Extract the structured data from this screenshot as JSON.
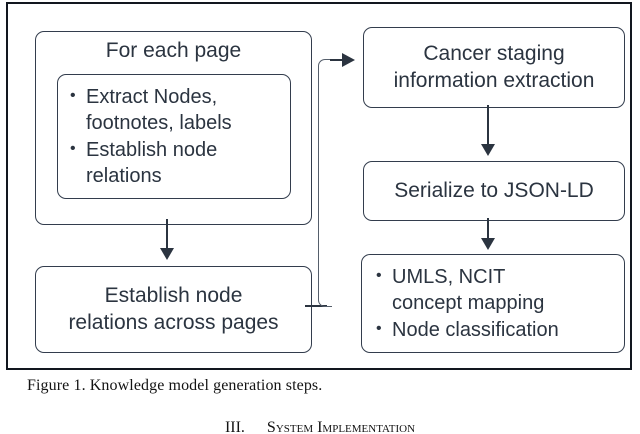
{
  "figure": {
    "caption": "Figure 1. Knowledge model generation steps.",
    "colors": {
      "frame_stroke": "#12171f",
      "box_stroke": "#333d4d",
      "connector": "#2b3440",
      "text": "#2b3440",
      "caption_text": "#131313",
      "background": "#ffffff"
    },
    "boxes": {
      "for_each_page": {
        "title": "For each page",
        "inner_bullets": [
          "Extract Nodes,\nfootnotes, labels",
          "Establish node\nrelations"
        ]
      },
      "establish_across_pages": {
        "line1": "Establish node",
        "line2": "relations across pages"
      },
      "cancer_staging": {
        "line1": "Cancer staging",
        "line2": "information extraction"
      },
      "serialize": {
        "line1": "Serialize to JSON-LD"
      },
      "umls": {
        "bullets": [
          "UMLS, NCIT\nconcept mapping",
          "Node classification"
        ]
      }
    }
  },
  "section": {
    "number": "III.",
    "title": "System Implementation"
  }
}
